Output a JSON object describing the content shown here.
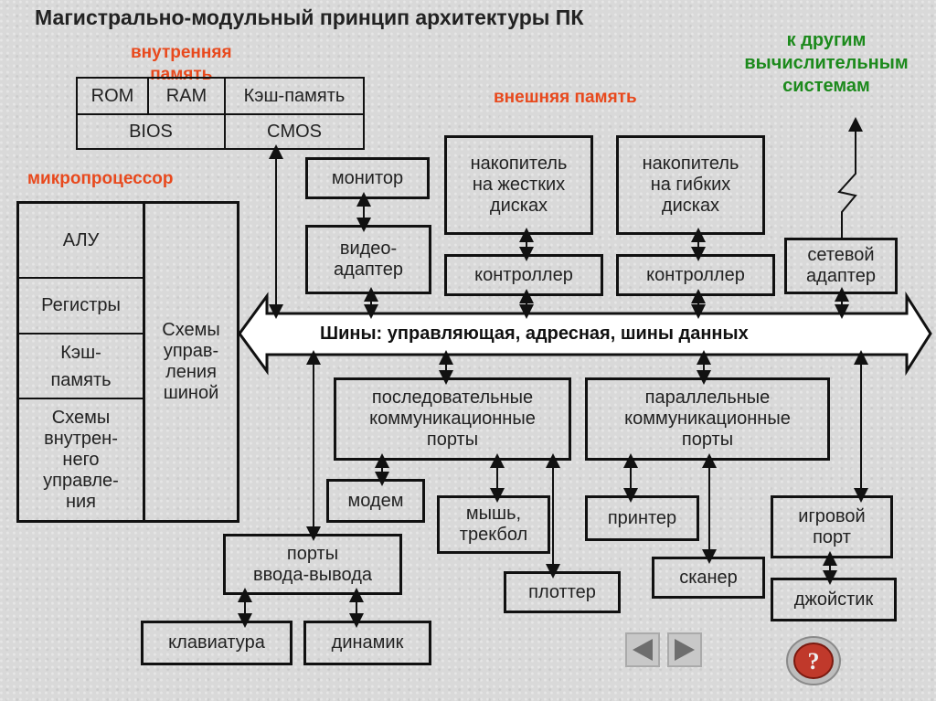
{
  "title": "Магистрально-модульный принцип архитектуры ПК",
  "labels": {
    "internal_memory": "внутренняя\nпамять",
    "external_memory": "внешняя память",
    "microprocessor": "микропроцессор",
    "other_systems": "к другим\nвычислительным\nсистемам"
  },
  "memory": {
    "rom": "ROM",
    "ram": "RAM",
    "cache": "Кэш-память",
    "bios": "BIOS",
    "cmos": "CMOS"
  },
  "cpu": {
    "alu": "АЛУ",
    "registers": "Регистры",
    "cache": "Кэш-\nпамять",
    "internal_control": "Схемы\nвнутрен-\nнего\nуправле-\nния",
    "bus_control": "Схемы\nуправ-\nления\nшиной"
  },
  "devices": {
    "monitor": "монитор",
    "video_adapter": "видео-\nадаптер",
    "hdd": "накопитель\nна жестких\nдисках",
    "fdd": "накопитель\nна гибких\nдисках",
    "controller1": "контроллер",
    "controller2": "контроллер",
    "network_adapter": "сетевой\nадаптер",
    "serial_ports": "последовательные\nкоммуникационные\nпорты",
    "parallel_ports": "параллельные\nкоммуникационные\nпорты",
    "modem": "модем",
    "mouse": "мышь,\nтрекбол",
    "printer": "принтер",
    "game_port": "игровой\nпорт",
    "io_ports": "порты\nввода-вывода",
    "plotter": "плоттер",
    "scanner": "сканер",
    "joystick": "джойстик",
    "keyboard": "клавиатура",
    "speaker": "динамик"
  },
  "bus": "Шины: управляющая, адресная, шины данных",
  "nav": {
    "prev_icon": "triangle-left-icon",
    "next_icon": "triangle-right-icon",
    "help_icon": "question-mark-icon"
  },
  "colors": {
    "red": "#e8491d",
    "green": "#1c8a1c",
    "help": "#c0392b"
  }
}
